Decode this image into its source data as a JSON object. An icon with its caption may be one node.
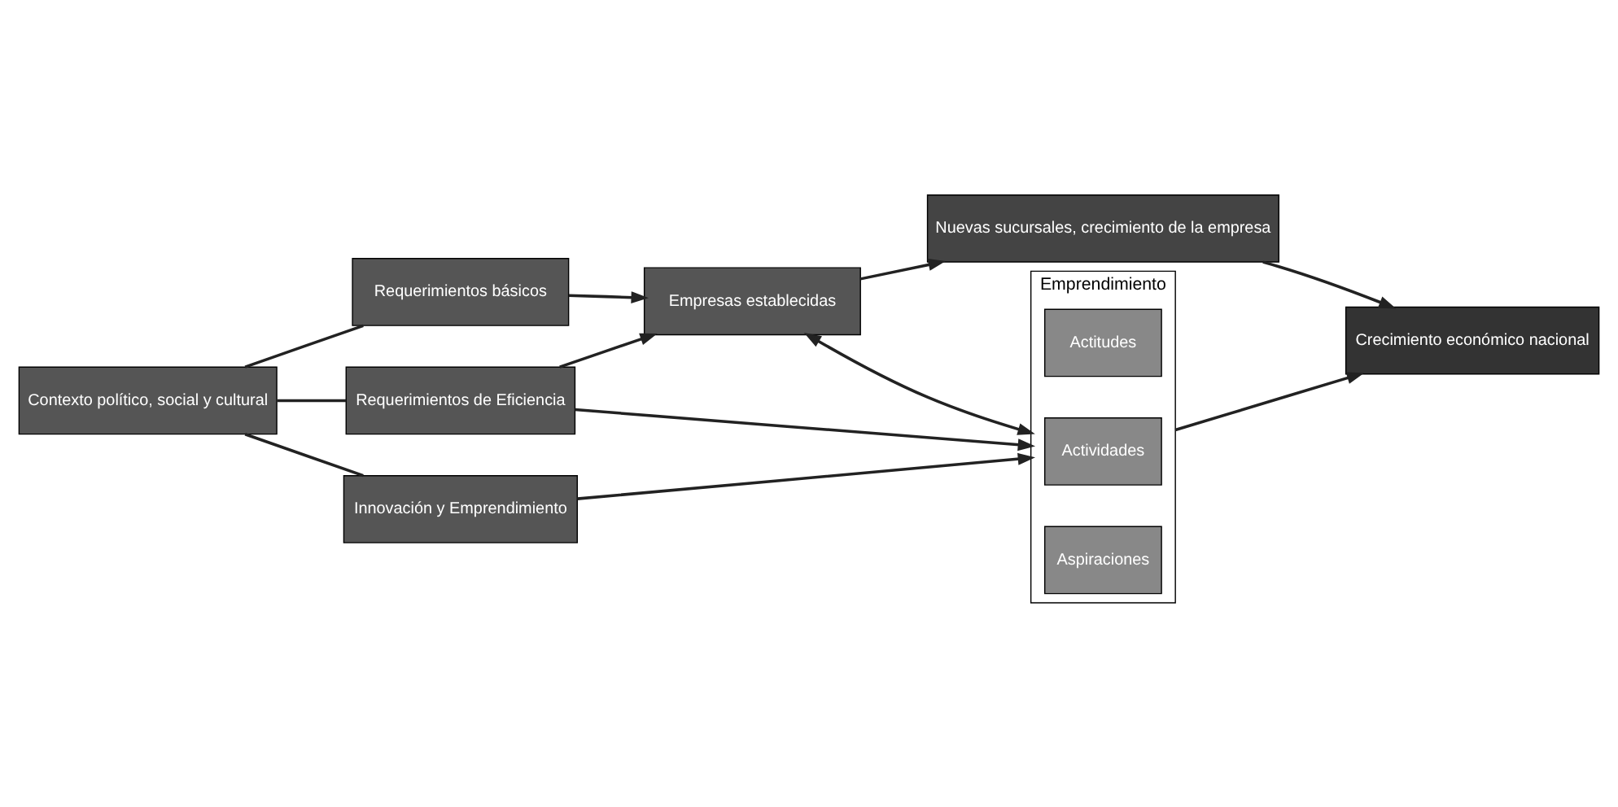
{
  "diagram": {
    "nodes": [
      {
        "text": [
          "Contexto político, social y cultural"
        ]
      },
      {
        "text": [
          "Requerimientos básicos"
        ]
      },
      {
        "text": [
          "Requerimientos de Eficiencia"
        ]
      },
      {
        "text": [
          "Innovación y Emprendimiento"
        ]
      },
      {
        "text": [
          "Empresas establecidas"
        ]
      },
      {
        "text": [
          "Nuevas sucursales, crecimiento de la empresa"
        ]
      },
      {
        "text": [
          "Emprendimiento"
        ]
      },
      {
        "text": [
          "Actitudes"
        ],
        "in": 6
      },
      {
        "text": [
          "Actividades"
        ],
        "in": 6
      },
      {
        "text": [
          "Aspiraciones"
        ],
        "in": 6
      },
      {
        "text": [
          "Crecimiento económico nacional"
        ]
      }
    ],
    "edges": [
      {
        "from": 0,
        "to": 1,
        "arrow": "none"
      },
      {
        "from": 0,
        "to": 2,
        "arrow": "none"
      },
      {
        "from": 0,
        "to": 3,
        "arrow": "none"
      },
      {
        "from": 1,
        "to": 4,
        "arrow": "to"
      },
      {
        "from": 2,
        "to": 4,
        "arrow": "to"
      },
      {
        "from": 2,
        "to": 6,
        "arrow": "to"
      },
      {
        "from": 3,
        "to": 6,
        "arrow": "to"
      },
      {
        "from": 4,
        "to": 6,
        "arrow": "both"
      },
      {
        "from": 4,
        "to": 5,
        "arrow": "to"
      },
      {
        "from": 5,
        "to": 10,
        "arrow": "to"
      },
      {
        "from": 6,
        "to": 10,
        "arrow": "to"
      }
    ]
  }
}
